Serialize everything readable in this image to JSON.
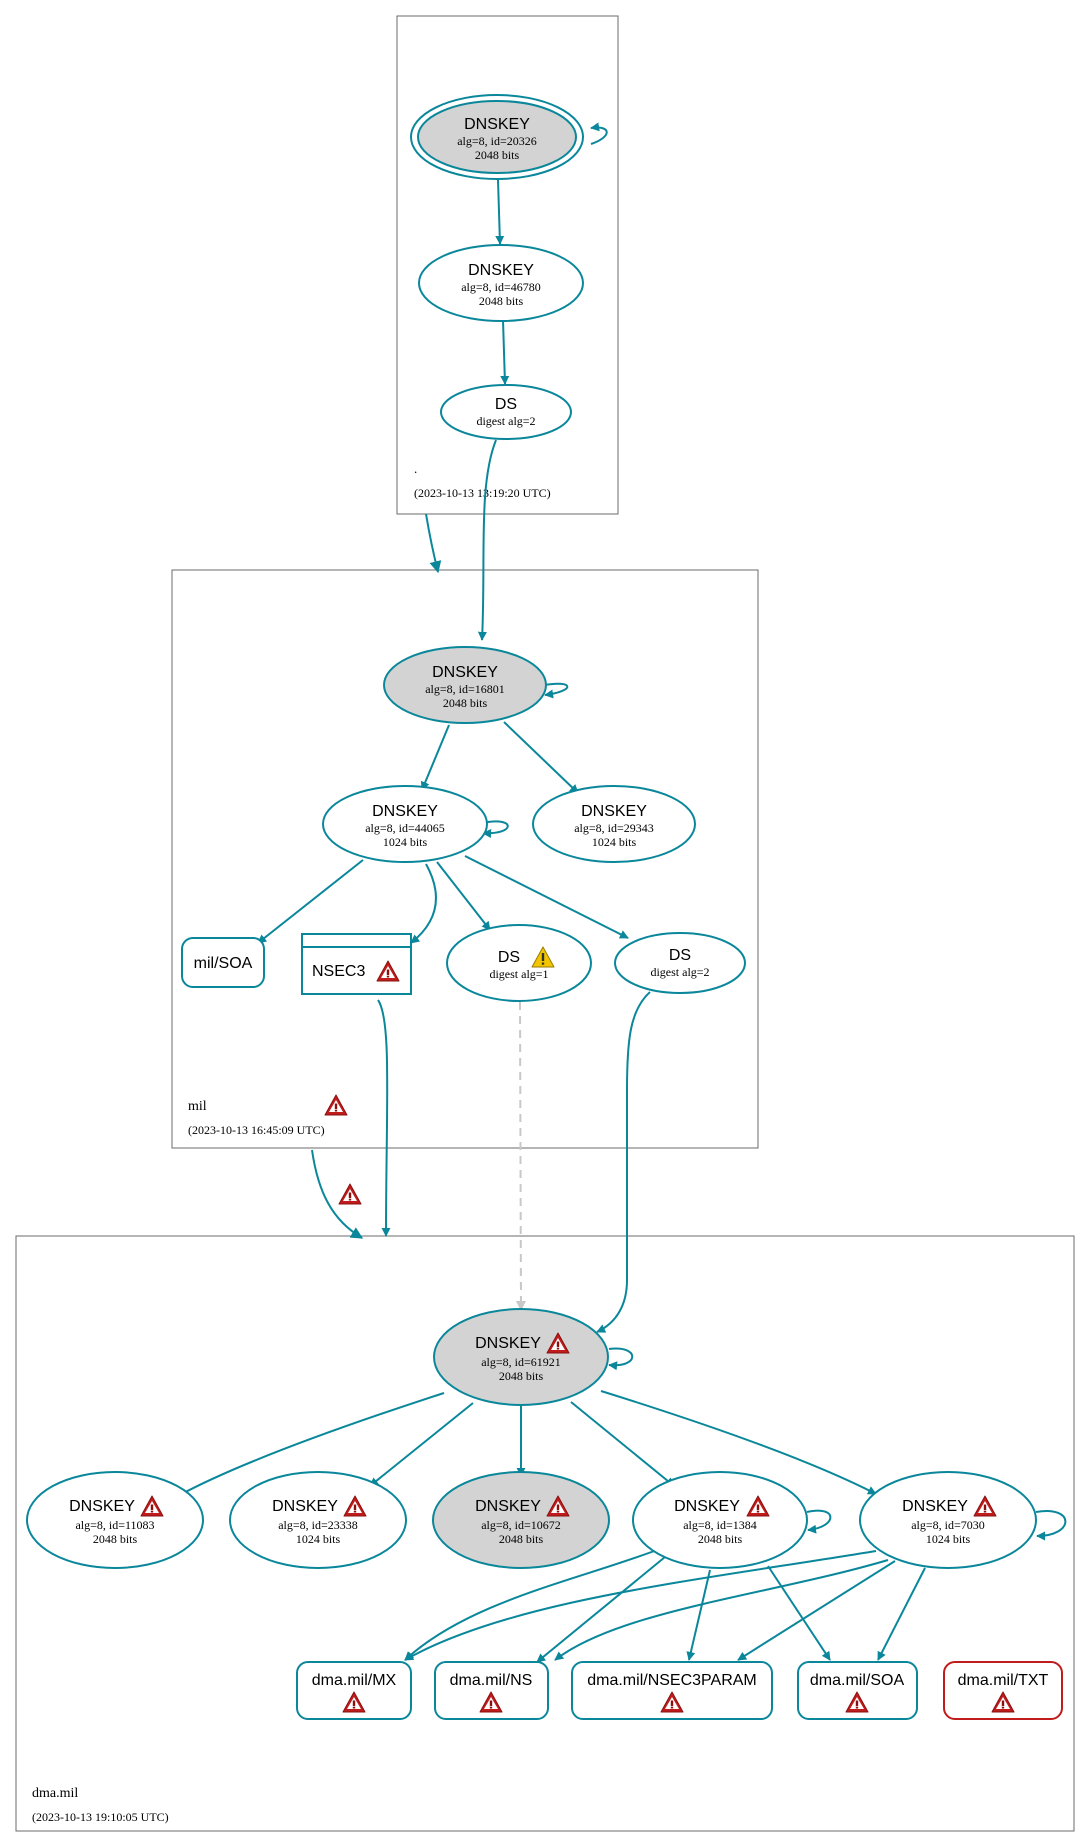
{
  "colors": {
    "edge": "#0a879a",
    "key_fill": "#d3d3d3",
    "error": "#c01c1c",
    "warning": "#f2c500",
    "insecure": "#c8c8c8",
    "zone_border": "#6b6b6b"
  },
  "zones": {
    "root": {
      "name": ".",
      "timestamp": "(2023-10-13 13:19:20 UTC)"
    },
    "mil": {
      "name": "mil",
      "timestamp": "(2023-10-13 16:45:09 UTC)"
    },
    "dma": {
      "name": "dma.mil",
      "timestamp": "(2023-10-13 19:10:05 UTC)"
    }
  },
  "nodes": {
    "root_ksk": {
      "title": "DNSKEY",
      "line1": "alg=8, id=20326",
      "line2": "2048 bits"
    },
    "root_zsk": {
      "title": "DNSKEY",
      "line1": "alg=8, id=46780",
      "line2": "2048 bits"
    },
    "root_ds": {
      "title": "DS",
      "line1": "digest alg=2"
    },
    "mil_ksk": {
      "title": "DNSKEY",
      "line1": "alg=8, id=16801",
      "line2": "2048 bits"
    },
    "mil_zsk1": {
      "title": "DNSKEY",
      "line1": "alg=8, id=44065",
      "line2": "1024 bits"
    },
    "mil_zsk2": {
      "title": "DNSKEY",
      "line1": "alg=8, id=29343",
      "line2": "1024 bits"
    },
    "mil_soa": {
      "title": "mil/SOA"
    },
    "mil_nsec3": {
      "title": "NSEC3"
    },
    "mil_ds1": {
      "title": "DS",
      "line1": "digest alg=1"
    },
    "mil_ds2": {
      "title": "DS",
      "line1": "digest alg=2"
    },
    "dma_ksk": {
      "title": "DNSKEY",
      "line1": "alg=8, id=61921",
      "line2": "2048 bits"
    },
    "dma_k1": {
      "title": "DNSKEY",
      "line1": "alg=8, id=11083",
      "line2": "2048 bits"
    },
    "dma_k2": {
      "title": "DNSKEY",
      "line1": "alg=8, id=23338",
      "line2": "1024 bits"
    },
    "dma_k3": {
      "title": "DNSKEY",
      "line1": "alg=8, id=10672",
      "line2": "2048 bits"
    },
    "dma_k4": {
      "title": "DNSKEY",
      "line1": "alg=8, id=1384",
      "line2": "2048 bits"
    },
    "dma_k5": {
      "title": "DNSKEY",
      "line1": "alg=8, id=7030",
      "line2": "1024 bits"
    },
    "dma_mx": {
      "title": "dma.mil/MX"
    },
    "dma_ns": {
      "title": "dma.mil/NS"
    },
    "dma_nsec3param": {
      "title": "dma.mil/NSEC3PARAM"
    },
    "dma_soa": {
      "title": "dma.mil/SOA"
    },
    "dma_txt": {
      "title": "dma.mil/TXT"
    }
  }
}
